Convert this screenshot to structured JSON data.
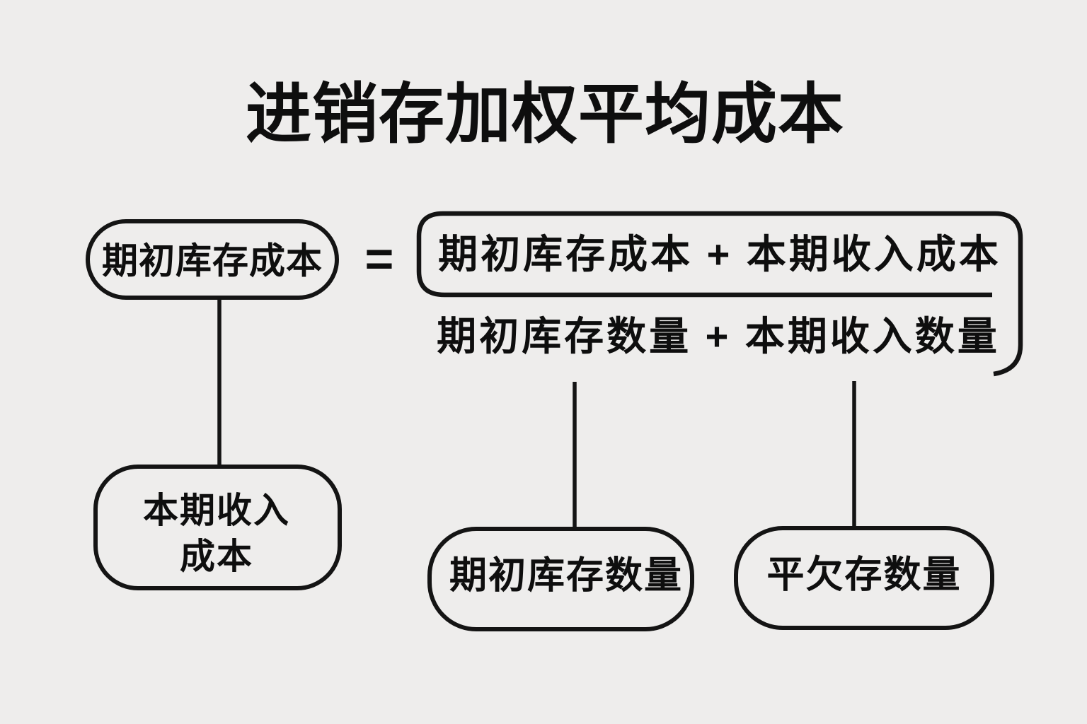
{
  "title": "进销存加权平均成本",
  "formula": {
    "result_label": "期初库存成本",
    "equals_sign": "=",
    "numerator": "期初库存成本 + 本期收入成本",
    "denominator": "期初库存数量 + 本期收入数量"
  },
  "leaf_nodes": {
    "current_period_income_cost": {
      "line1": "本期收入",
      "line2": "成本"
    },
    "beginning_inventory_qty": "期初库存数量",
    "avg_inventory_qty": "平欠存数量"
  },
  "colors": {
    "background": "#eeedec",
    "line": "#141414",
    "text": "#0e0e0e"
  }
}
